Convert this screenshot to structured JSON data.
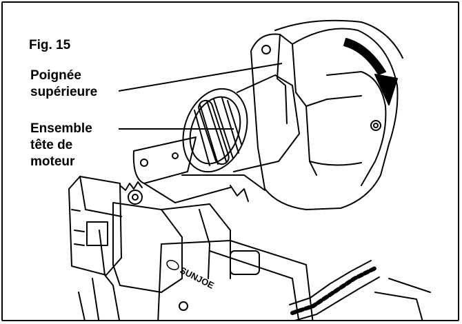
{
  "figure": {
    "title": "Fig. 15",
    "labels": {
      "upper_handle": [
        "Poignée",
        "supérieure"
      ],
      "motor_head": [
        "Ensemble",
        "tête de",
        "moteur"
      ]
    },
    "brand_text": "SUNJOE"
  },
  "colors": {
    "line": "#000000",
    "background": "#ffffff",
    "shade": "#1a1a1a"
  }
}
